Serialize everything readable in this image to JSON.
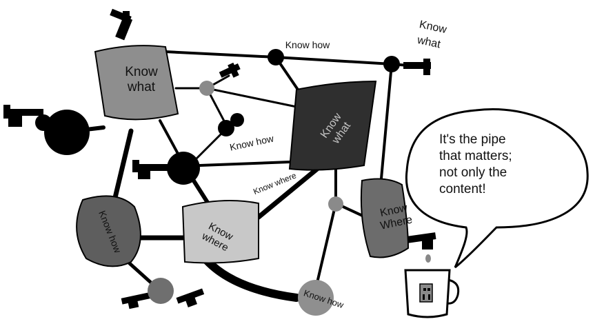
{
  "nodes": {
    "know_what_top": "Know what",
    "know_what_center": "Know what",
    "know_where_center": "Know where",
    "know_where_right": "Know Where",
    "know_how_left": "Know how",
    "know_how_bottom": "Know how"
  },
  "edge_labels": {
    "know_how_top": "Know how",
    "know_how_mid": "Know how",
    "know_where_mid": "Know where",
    "know_what_corner_line1": "Know",
    "know_what_corner_line2": "what"
  },
  "speech_bubble": {
    "line1": "It's the pipe",
    "line2": "that matters;",
    "line3": "not only the",
    "line4": "content!"
  },
  "colors": {
    "background": "#ffffff",
    "pipe": "#000000",
    "light_gray": "#c8c8c8",
    "mid_gray": "#8a8a8a",
    "dark_gray": "#5a5a5a",
    "very_dark": "#2a2a2a"
  }
}
